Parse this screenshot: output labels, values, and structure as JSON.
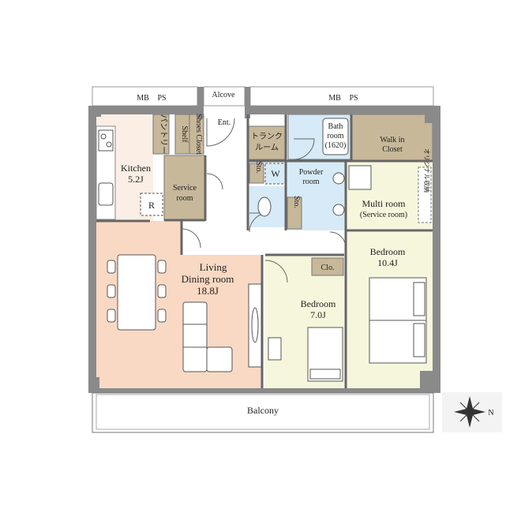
{
  "labels": {
    "mb_left": "MB",
    "ps_left": "PS",
    "alcove": "Alcove",
    "mb_right": "MB",
    "ps_right": "PS",
    "ent": "Ent.",
    "pantry": "パントリー",
    "shelf": "Shelf",
    "shoes_closet": "Shoes Closet",
    "trunk_room_1": "トランク",
    "trunk_room_2": "ルーム",
    "bath_1": "Bath",
    "bath_2": "room",
    "bath_3": "(1620)",
    "walkin_1": "Walk in",
    "walkin_2": "Closet",
    "kitchen_name": "Kitchen",
    "kitchen_size": "5.2J",
    "service_1": "Service",
    "service_2": "room",
    "refrigerator": "R",
    "sto_1": "Sto.",
    "washer": "W",
    "sto_2": "Sto.",
    "powder_1": "Powder",
    "powder_2": "room",
    "original_storage": "オリジナル収納",
    "multi_1": "Multi room",
    "multi_2": "(Service room)",
    "living_1": "Living",
    "living_2": "Dining room",
    "living_3": "18.8J",
    "bedroom_big_name": "Bedroom",
    "bedroom_big_size": "10.4J",
    "clo": "Clo.",
    "bedroom_small_name": "Bedroom",
    "bedroom_small_size": "7.0J",
    "balcony": "Balcony",
    "north": "N"
  },
  "colors": {
    "wall": "#8a8a8a",
    "kitchen": "#fbeee4",
    "living": "#f9d9c3",
    "storage": "#c7b89a",
    "wet": "#d6ebf7",
    "bedroom": "#f6f6dc",
    "floor": "#ffffff"
  }
}
